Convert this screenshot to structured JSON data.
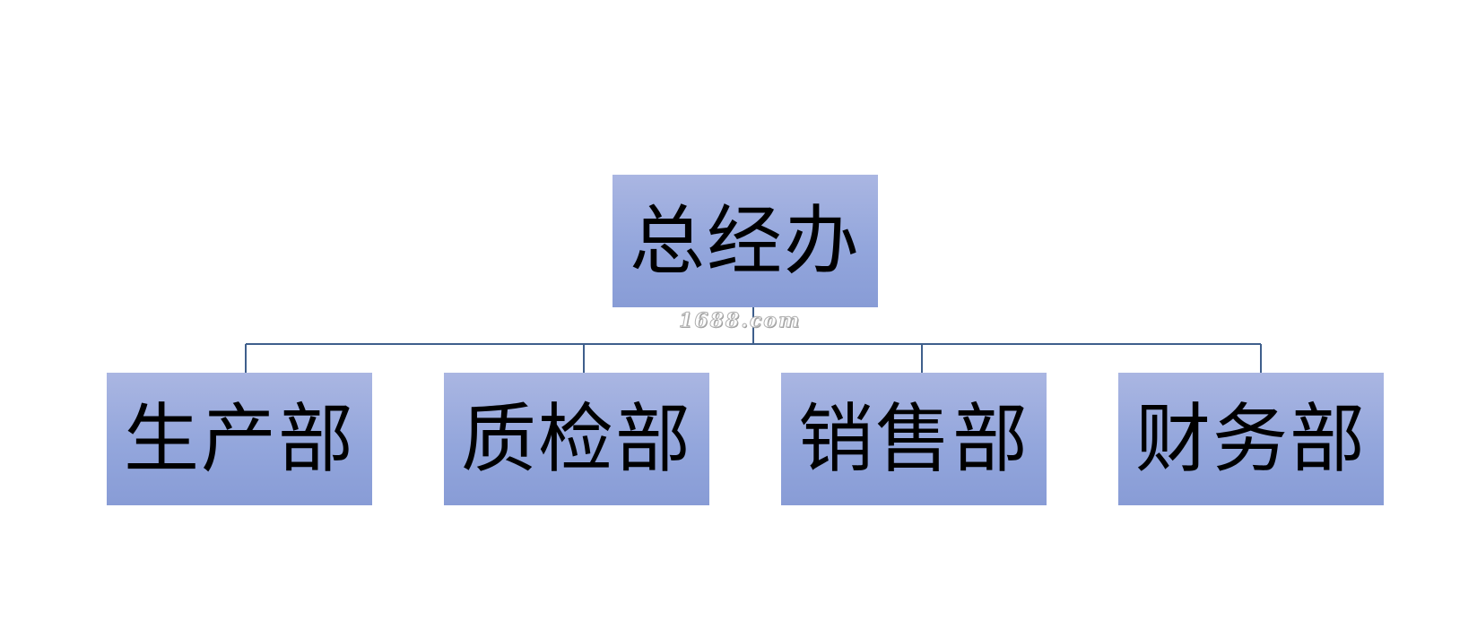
{
  "org_chart": {
    "root": {
      "label": "总经办"
    },
    "children": [
      {
        "label": "生产部"
      },
      {
        "label": "质检部"
      },
      {
        "label": "销售部"
      },
      {
        "label": "财务部"
      }
    ]
  },
  "watermark": {
    "text": "1688.com"
  },
  "colors": {
    "node_top": "#aab6e2",
    "node_bottom": "#889cd6",
    "connector": "#3f5f8c",
    "background": "#ffffff"
  }
}
